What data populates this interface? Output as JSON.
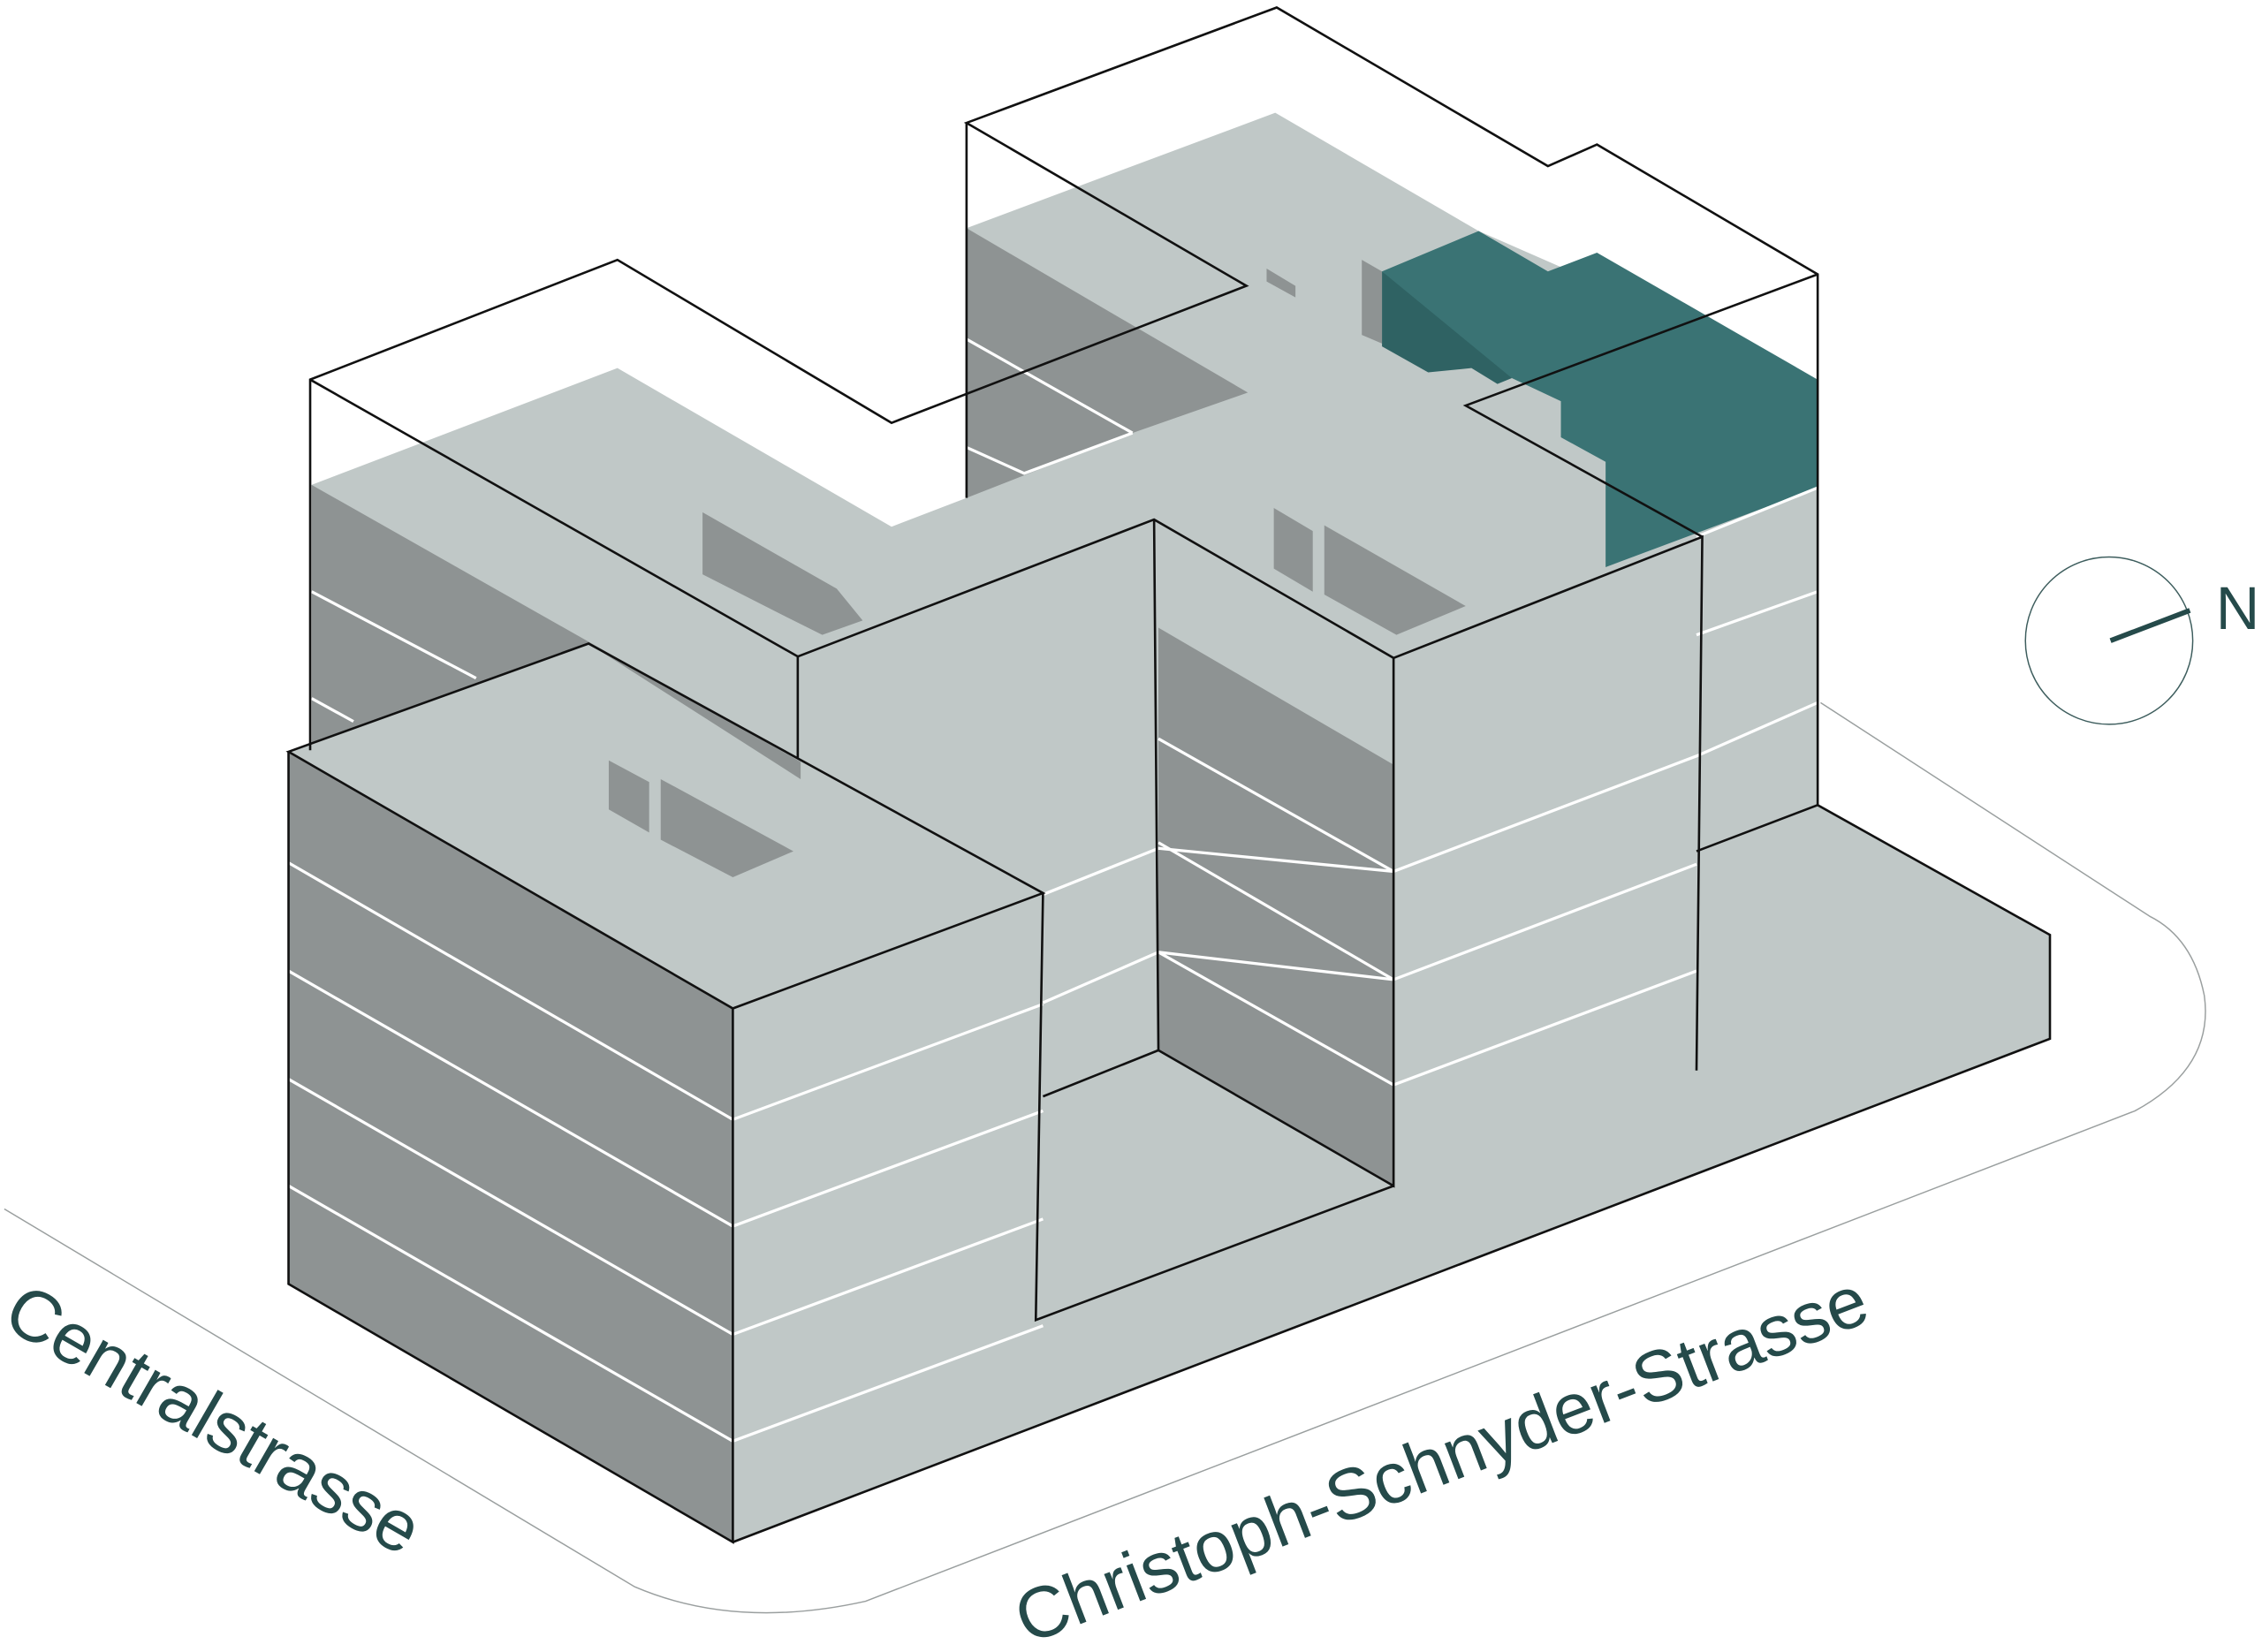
{
  "streets": {
    "west": "Centralstrasse",
    "south": "Christoph-Schnyder-Strasse"
  },
  "compass": {
    "label": "N",
    "icon": "north-arrow-icon"
  },
  "colors": {
    "volume_light": "#c0c8c7",
    "volume_dark": "#8e9393",
    "highlight": "#3a7374",
    "highlight_dark": "#2f6263",
    "text": "#254a4a"
  }
}
